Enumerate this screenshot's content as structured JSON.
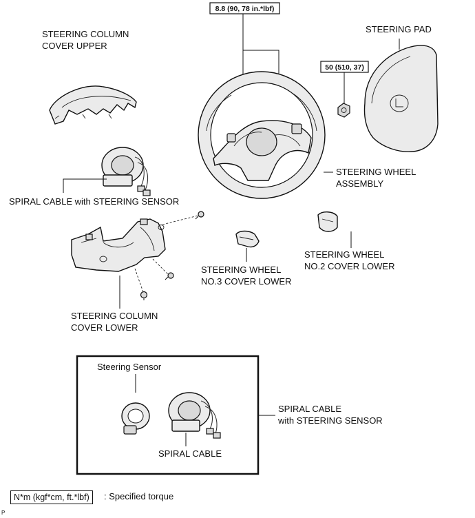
{
  "labels": {
    "steering_column_cover_upper": [
      "STEERING COLUMN",
      "COVER UPPER"
    ],
    "steering_pad": "STEERING PAD",
    "spiral_cable_with_sensor": "SPIRAL CABLE with STEERING SENSOR",
    "steering_wheel_assembly": [
      "STEERING WHEEL",
      "ASSEMBLY"
    ],
    "steering_wheel_no2_cover_lower": [
      "STEERING WHEEL",
      "NO.2 COVER LOWER"
    ],
    "steering_wheel_no3_cover_lower": [
      "STEERING WHEEL",
      "NO.3 COVER LOWER"
    ],
    "steering_column_cover_lower": [
      "STEERING COLUMN",
      "COVER LOWER"
    ],
    "steering_sensor": "Steering Sensor",
    "spiral_cable": "SPIRAL CABLE",
    "spiral_cable_with_sensor_box": [
      "SPIRAL CABLE",
      "with STEERING SENSOR"
    ]
  },
  "torques": {
    "steering_wheel_screw": "8.8 (90, 78 in.*lbf)",
    "steering_wheel_nut": "50 (510, 37)"
  },
  "legend": {
    "unit_box": "N*m (kgf*cm, ft.*lbf)",
    "description": ": Specified torque"
  },
  "corner_mark": "P"
}
